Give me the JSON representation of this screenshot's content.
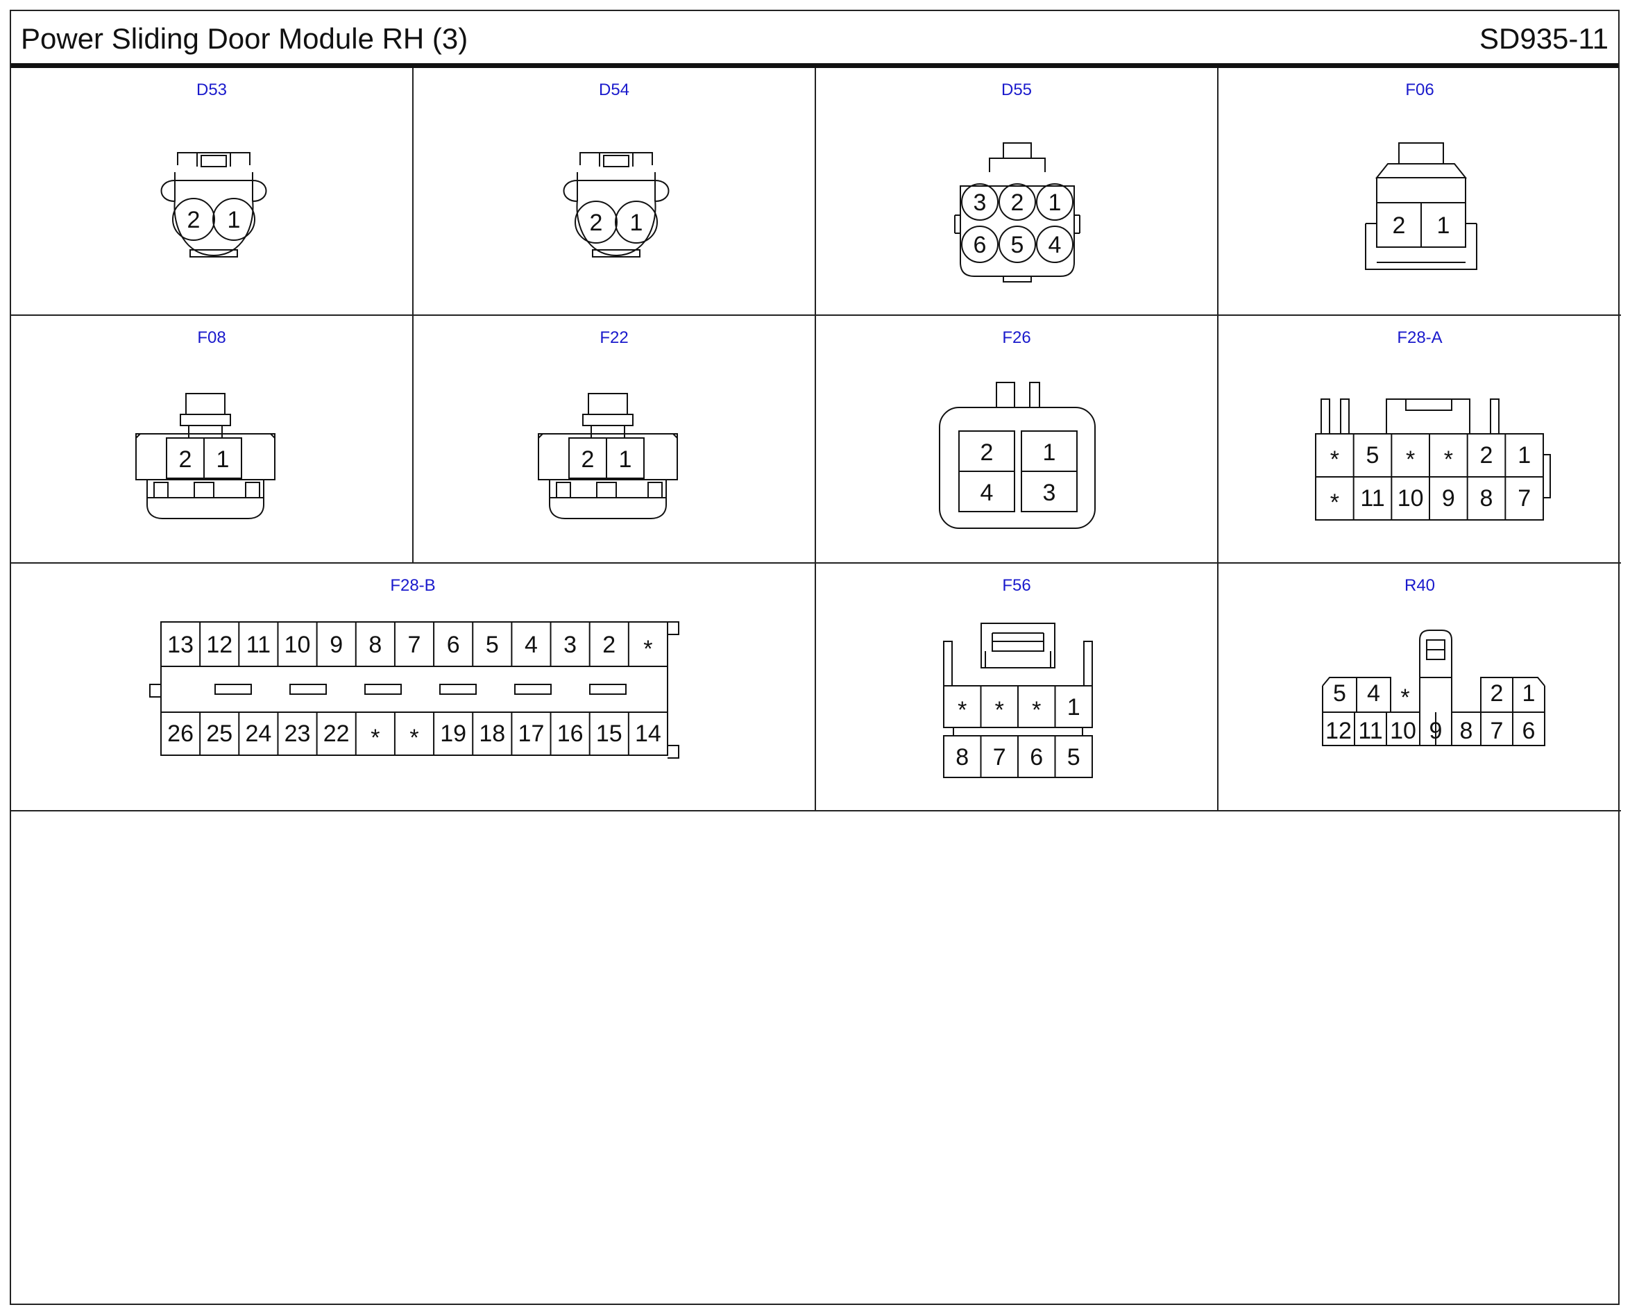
{
  "header": {
    "title": "Power Sliding Door Module RH (3)",
    "code": "SD935-11"
  },
  "connectors": {
    "D53": {
      "label": "D53",
      "pins": [
        "2",
        "1"
      ]
    },
    "D54": {
      "label": "D54",
      "pins": [
        "2",
        "1"
      ]
    },
    "D55": {
      "label": "D55",
      "pins": [
        "3",
        "2",
        "1",
        "6",
        "5",
        "4"
      ]
    },
    "F06": {
      "label": "F06",
      "pins": [
        "2",
        "1"
      ]
    },
    "F08": {
      "label": "F08",
      "pins": [
        "2",
        "1"
      ]
    },
    "F22": {
      "label": "F22",
      "pins": [
        "2",
        "1"
      ]
    },
    "F26": {
      "label": "F26",
      "pins": [
        "2",
        "1",
        "4",
        "3"
      ]
    },
    "F28A": {
      "label": "F28-A",
      "top": [
        "*",
        "5",
        "*",
        "*",
        "2",
        "1"
      ],
      "bottom": [
        "*",
        "11",
        "10",
        "9",
        "8",
        "7"
      ]
    },
    "F28B": {
      "label": "F28-B",
      "top": [
        "13",
        "12",
        "11",
        "10",
        "9",
        "8",
        "7",
        "6",
        "5",
        "4",
        "3",
        "2",
        "*"
      ],
      "bottom": [
        "26",
        "25",
        "24",
        "23",
        "22",
        "*",
        "*",
        "19",
        "18",
        "17",
        "16",
        "15",
        "14"
      ]
    },
    "F56": {
      "label": "F56",
      "top": [
        "*",
        "*",
        "*",
        "1"
      ],
      "bottom": [
        "8",
        "7",
        "6",
        "5"
      ]
    },
    "R40": {
      "label": "R40",
      "top": [
        "5",
        "4",
        "*",
        "2",
        "1"
      ],
      "bottom": [
        "12",
        "11",
        "10",
        "9",
        "8",
        "7",
        "6"
      ]
    }
  }
}
